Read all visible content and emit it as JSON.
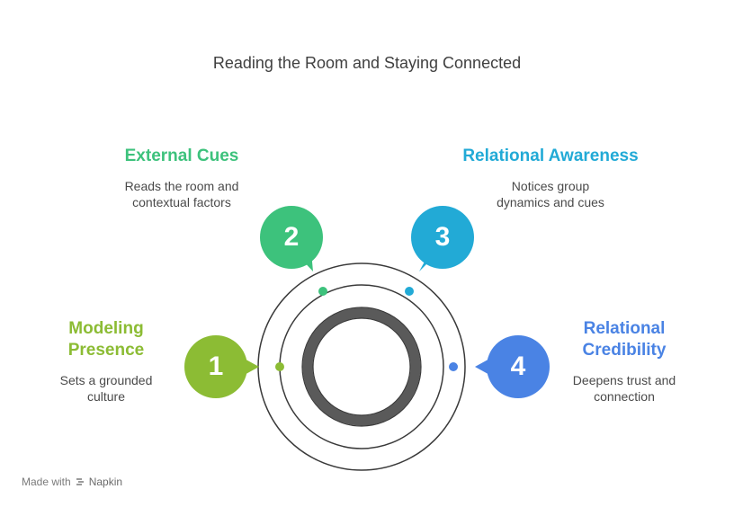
{
  "title": "Reading the Room and Staying Connected",
  "colors": {
    "step1": "#8cbc34",
    "step2": "#3dc27c",
    "step3": "#22aad6",
    "step4": "#4a83e4",
    "ring": "#3a3a3a",
    "core": "#5a5a5a"
  },
  "steps": [
    {
      "number": "1",
      "title": "Modeling Presence",
      "title_lines": [
        "Modeling",
        "Presence"
      ],
      "desc_lines": [
        "Sets a grounded",
        "culture"
      ]
    },
    {
      "number": "2",
      "title": "External Cues",
      "title_lines": [
        "External Cues"
      ],
      "desc_lines": [
        "Reads the room and",
        "contextual factors"
      ]
    },
    {
      "number": "3",
      "title": "Relational Awareness",
      "title_lines": [
        "Relational Awareness"
      ],
      "desc_lines": [
        "Notices group",
        "dynamics and cues"
      ]
    },
    {
      "number": "4",
      "title": "Relational Credibility",
      "title_lines": [
        "Relational",
        "Credibility"
      ],
      "desc_lines": [
        "Deepens trust and",
        "connection"
      ]
    }
  ],
  "footer": {
    "made_with": "Made with",
    "brand": "Napkin",
    "icon": "napkin-logo-icon"
  }
}
